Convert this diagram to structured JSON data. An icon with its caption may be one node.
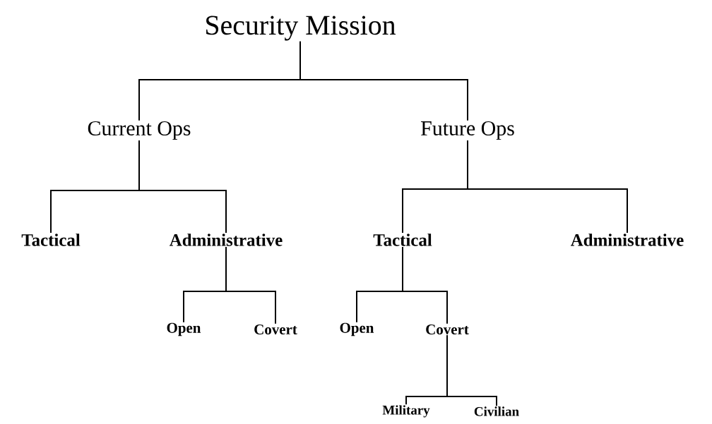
{
  "diagram": {
    "nodes": [
      {
        "text": [
          "Security Mission"
        ]
      },
      {
        "text": [
          "Current Ops"
        ]
      },
      {
        "text": [
          "Future Ops"
        ]
      },
      {
        "text": [
          "Tactical"
        ]
      },
      {
        "text": [
          "Administrative"
        ]
      },
      {
        "text": [
          "Tactical"
        ]
      },
      {
        "text": [
          "Administrative"
        ]
      },
      {
        "text": [
          "Open"
        ]
      },
      {
        "text": [
          "Covert"
        ]
      },
      {
        "text": [
          "Open"
        ]
      },
      {
        "text": [
          "Covert"
        ]
      },
      {
        "text": [
          "Military"
        ]
      },
      {
        "text": [
          "Civilian"
        ]
      }
    ],
    "edges": [
      {
        "from": 0,
        "to": 1,
        "arrow": "none"
      },
      {
        "from": 0,
        "to": 2,
        "arrow": "none"
      },
      {
        "from": 1,
        "to": 3,
        "arrow": "none"
      },
      {
        "from": 1,
        "to": 4,
        "arrow": "none"
      },
      {
        "from": 2,
        "to": 5,
        "arrow": "none"
      },
      {
        "from": 2,
        "to": 6,
        "arrow": "none"
      },
      {
        "from": 4,
        "to": 7,
        "arrow": "none"
      },
      {
        "from": 4,
        "to": 8,
        "arrow": "none"
      },
      {
        "from": 5,
        "to": 9,
        "arrow": "none"
      },
      {
        "from": 5,
        "to": 10,
        "arrow": "none"
      },
      {
        "from": 10,
        "to": 11,
        "arrow": "none"
      },
      {
        "from": 10,
        "to": 12,
        "arrow": "none"
      }
    ]
  }
}
